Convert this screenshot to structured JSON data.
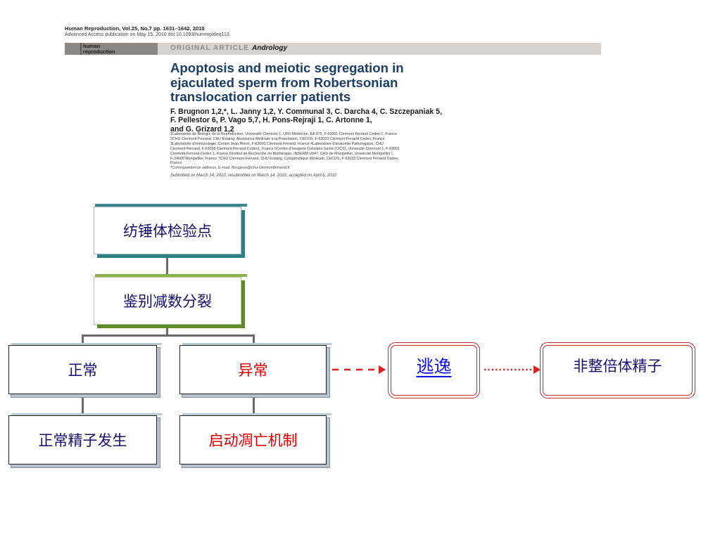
{
  "paper": {
    "journal_line": "Human Reproduction, Vol.25, No.7 pp. 1631–1642, 2010",
    "access_line": "Advanced Access publication on May 15, 2010    doi:10.1093/humrep/deq113",
    "journal_logo": [
      "human",
      "reproduction"
    ],
    "article_type": "ORIGINAL ARTICLE",
    "section": "Andrology",
    "title_lines": [
      "Apoptosis and meiotic segregation in",
      "ejaculated sperm from Robertsonian",
      "translocation carrier patients"
    ],
    "author_lines": [
      "F. Brugnon 1,2,*, L. Janny 1,2, Y. Communal 3, C. Darcha 4, C. Szczepaniak 5,",
      "F. Pellestor 6, P. Vago 5,7, H. Pons-Rejraji 1, C. Artonne 1,",
      "and G. Grizard 1,2"
    ],
    "affiliation_lines": [
      "1Laboratoire de Biologie de la Reproduction, Université Clermont 1, UFR Médecine, EA 975, F-63001 Clermont Ferrand Cedex 1, France",
      "2CHU Clermont-Ferrand, CHU Estaing, Assistance Médicale à la Procréation, CECOS, F-63033 Clermont Ferrand Cedex, France",
      "3Laboratoire d'immunologie, Centre Jean Perrin, F-63000 Clermont Ferrand, France 4Laboratoire d'anatomie Pathologique, CHU",
      "Clermont-Ferrand, F-63058 Clermont Ferrand Cedex1, France 5Centre d'Imagerie Cellulaire Santé (CICS), Université Clermont 1, F-63001",
      "Clermont Ferrand Cedex 1, France 6Institut de Recherche en Biothérapie, INSERM U847, CHU de Montpellier, Université Montpellier I,",
      "F-34000 Montpellier, France 7CHU Clermont-Ferrand, CHU Estaing, Cytogénétique Médicale, CECOS, F-63033 Clermont Ferrand Cedex,",
      "France"
    ],
    "correspondence": "*Correspondence address. E-mail: fbrugnon@chu-clermontferrand.fr",
    "submitted": "Submitted on March 14, 2010; resubmitted on March 14, 2010; accepted on April 6, 2010"
  },
  "flowchart": {
    "spindle_checkpoint": "纺锤体检验点",
    "identify_meiosis": "鉴别减数分裂",
    "normal": "正常",
    "abnormal": "异常",
    "normal_spermatogenesis": "正常精子发生",
    "apoptosis_mechanism": "启动凋亡机制",
    "escape": "逃逸",
    "aneuploid_sperm": "非整倍体精子"
  },
  "colors": {
    "teal_accent": "#2f7f86",
    "green_accent": "#5e8b2b",
    "text_blue": "#14106e",
    "text_red": "#e00000",
    "red_border": "#c52a2a",
    "title_blue": "#1a3e66"
  }
}
